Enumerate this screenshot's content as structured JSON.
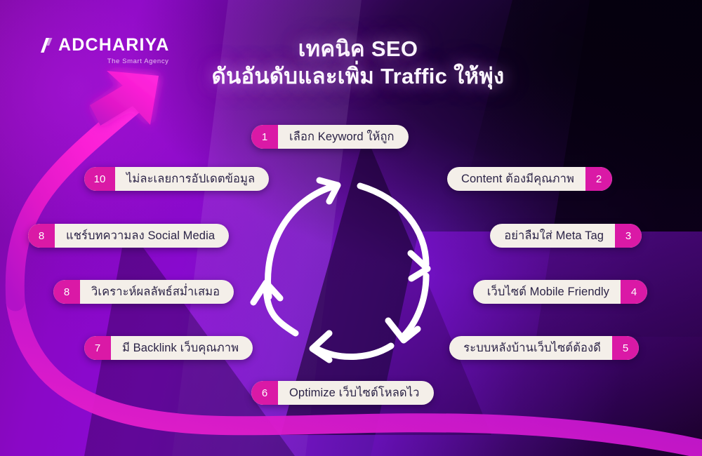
{
  "brand": {
    "name": "ADCHARIYA",
    "tagline": "The Smart Agency",
    "mark": "a-monogram-icon"
  },
  "headline": {
    "line1": "เทคนิค SEO",
    "line2": "ดันอันดับและเพิ่ม Traffic ให้พุ่ง"
  },
  "colors": {
    "badge_magenta": "#da19a6",
    "pill_cream": "#f4efe9",
    "pill_text": "#2b2346",
    "arrow_magenta": "#f020c8",
    "cycle_arrow": "#ffffff",
    "bg_purple": "#8b0ad4",
    "bg_dark": "#14001f"
  },
  "steps": [
    {
      "number": "1",
      "label": "เลือก Keyword ให้ถูก",
      "side": "left"
    },
    {
      "number": "2",
      "label": "Content ต้องมีคุณภาพ",
      "side": "right"
    },
    {
      "number": "3",
      "label": "อย่าลืมใส่ Meta Tag",
      "side": "right"
    },
    {
      "number": "4",
      "label": "เว็บไซต์ Mobile Friendly",
      "side": "right"
    },
    {
      "number": "5",
      "label": "ระบบหลังบ้านเว็บไซต์ต้องดี",
      "side": "right"
    },
    {
      "number": "6",
      "label": "Optimize เว็บไซต์โหลดไว",
      "side": "left"
    },
    {
      "number": "7",
      "label": "มี Backlink เว็บคุณภาพ",
      "side": "left"
    },
    {
      "number": "8",
      "label": "วิเคราะห์ผลลัพธ์สม่ำเสมอ",
      "side": "left"
    },
    {
      "number": "8",
      "label": "แชร์บทความลง Social Media",
      "side": "left"
    },
    {
      "number": "10",
      "label": "ไม่ละเลยการอัปเดตข้อมูล",
      "side": "left"
    }
  ],
  "cycle_arrows": [
    "arrow-top-left-up-icon",
    "arrow-top-right-down-icon",
    "arrow-bottom-right-left-icon",
    "arrow-bottom-left-up-icon"
  ],
  "growth_arrow": "upward-growth-arrow-icon"
}
